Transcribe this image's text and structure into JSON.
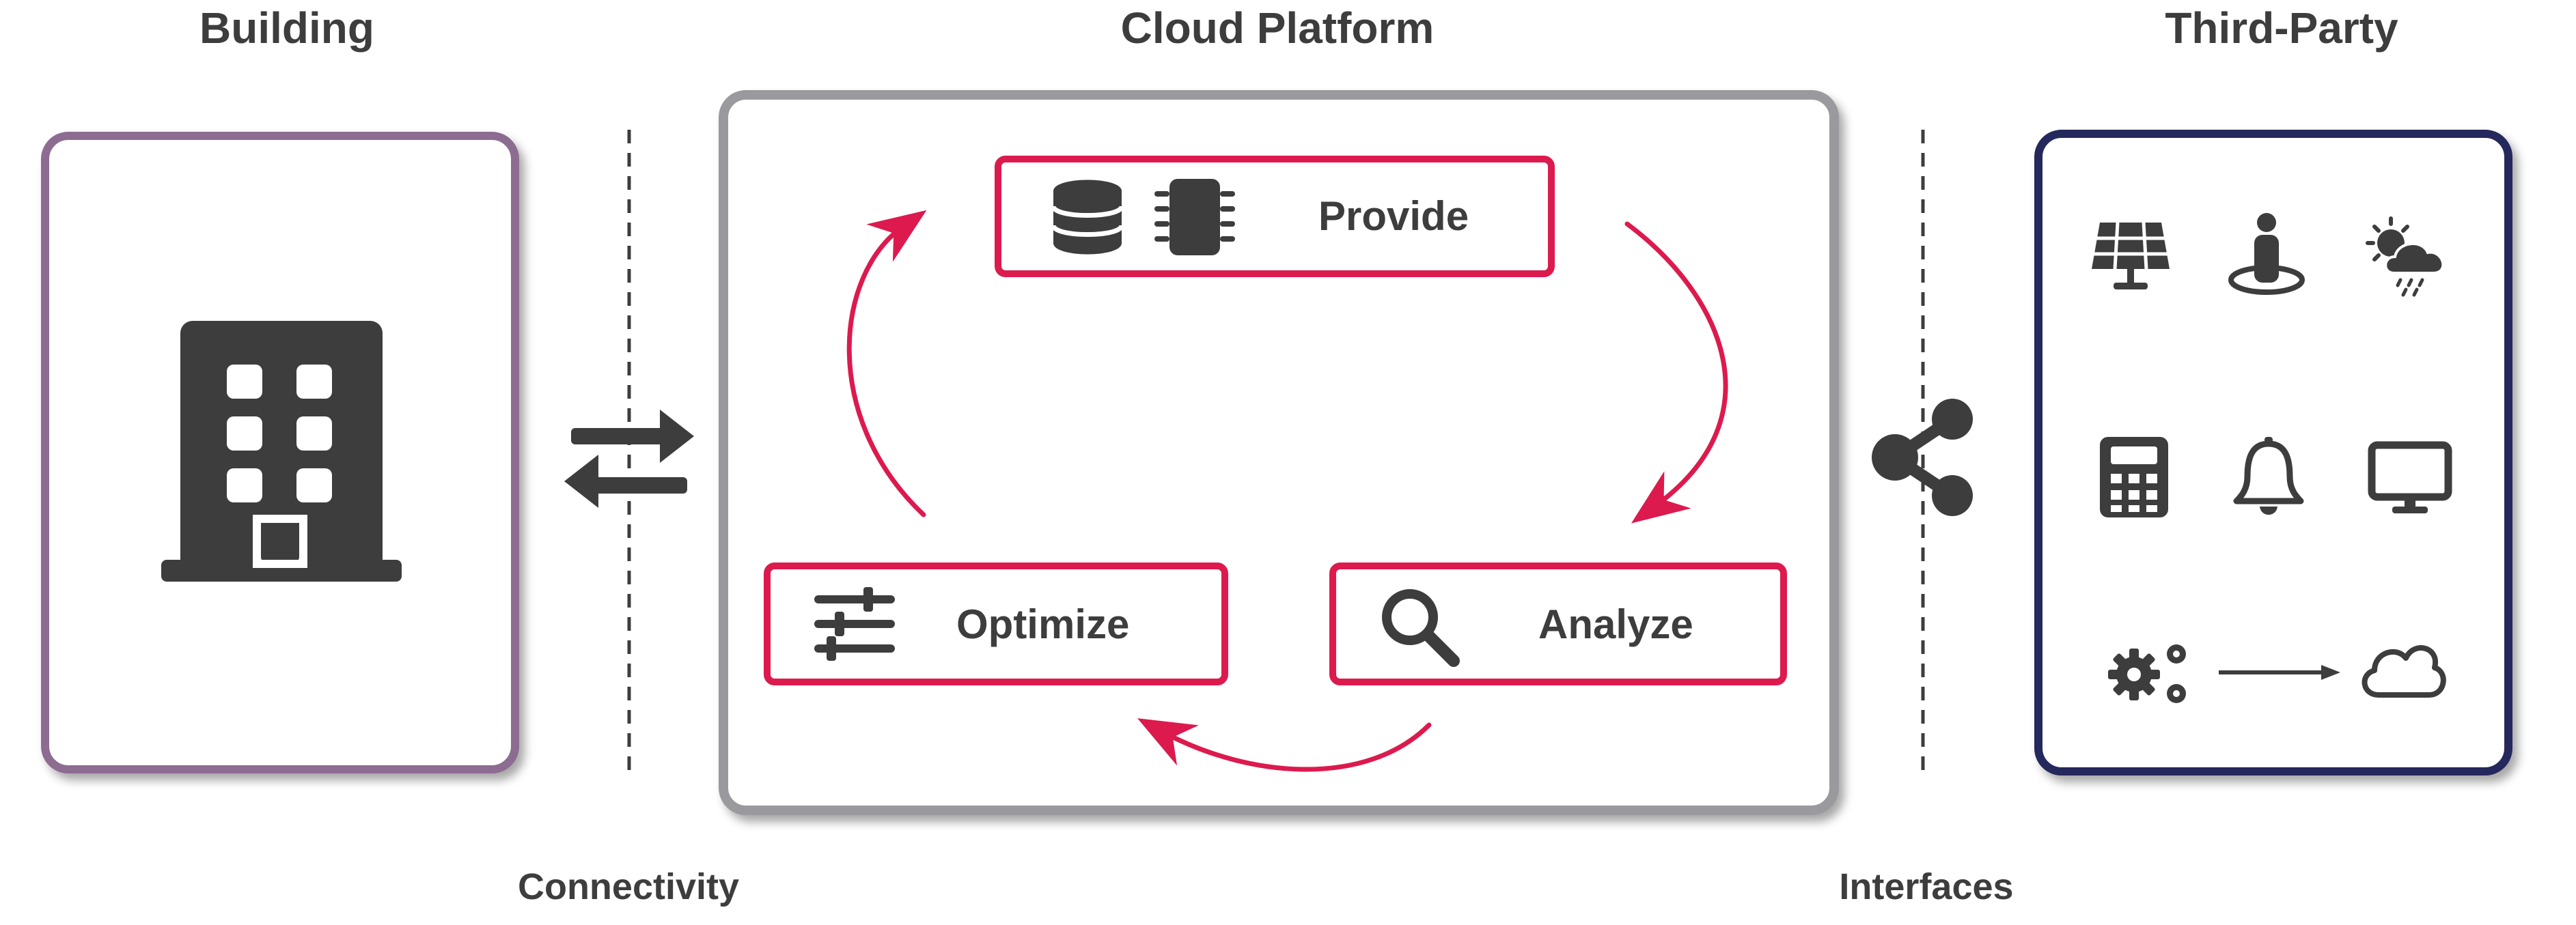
{
  "headings": {
    "building": "Building",
    "cloud_platform": "Cloud Platform",
    "third_party": "Third-Party"
  },
  "captions": {
    "connectivity": "Connectivity",
    "interfaces": "Interfaces"
  },
  "cycle": {
    "provide": "Provide",
    "analyze": "Analyze",
    "optimize": "Optimize"
  },
  "colors": {
    "building_border": "#8d6c91",
    "cloud_border": "#9a999d",
    "third_party_border": "#25285c",
    "accent": "#dc1a4e",
    "icon": "#3d3d3d"
  },
  "icons": {
    "building": "office-building-icon",
    "connectivity": "exchange-arrows-icon",
    "interfaces": "share-icon",
    "provide": [
      "database-icon",
      "chip-icon"
    ],
    "analyze": "magnifier-icon",
    "optimize": "sliders-icon",
    "third_party_grid": [
      "solar-panel-icon",
      "person-location-icon",
      "weather-icon",
      "calculator-icon",
      "bell-icon",
      "monitor-icon",
      "gears-icon",
      "arrow-right-icon",
      "cloud-icon"
    ]
  }
}
